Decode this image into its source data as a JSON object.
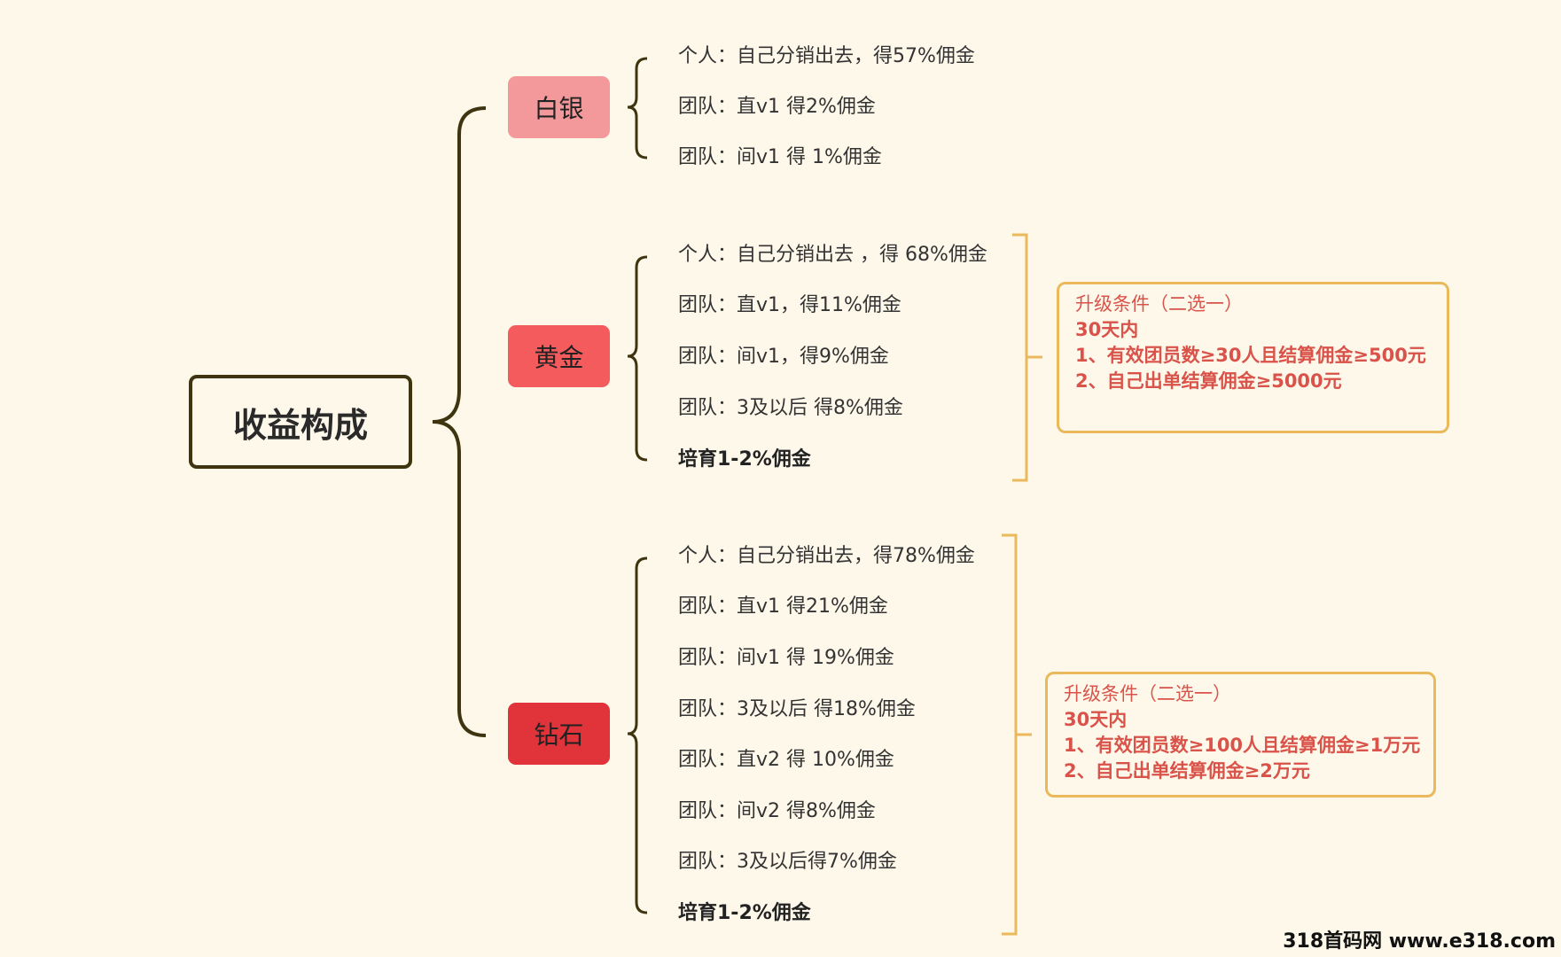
{
  "root": {
    "label": "收益构成"
  },
  "tiers": [
    {
      "label": "白银",
      "color": "#f4999b",
      "items": [
        "个人：自己分销出去，得57%佣金",
        "团队：直v1 得2%佣金",
        "团队：间v1 得 1%佣金"
      ]
    },
    {
      "label": "黄金",
      "color": "#f35b5c",
      "items": [
        "个人：自己分销出去 ，得 68%佣金",
        "团队：直v1，得11%佣金",
        "团队：间v1，得9%佣金",
        "团队：3及以后 得8%佣金",
        "培育1-2%佣金"
      ]
    },
    {
      "label": "钻石",
      "color": "#e0333a",
      "items": [
        "个人：自己分销出去，得78%佣金",
        "团队：直v1  得21%佣金",
        "团队：间v1 得 19%佣金",
        "团队：3及以后 得18%佣金",
        "团队：直v2 得 10%佣金",
        "团队：间v2 得8%佣金",
        "团队：3及以后得7%佣金",
        "培育1-2%佣金"
      ]
    }
  ],
  "conditions": [
    {
      "title": "升级条件（二选一）",
      "period": "30天内",
      "items": [
        "1、有效团员数≥30人且结算佣金≥500元",
        "2、自己出单结算佣金≥5000元"
      ]
    },
    {
      "title": "升级条件（二选一）",
      "period": "30天内",
      "items": [
        "1、有效团员数≥100人且结算佣金≥1万元",
        "2、自己出单结算佣金≥2万元"
      ]
    }
  ],
  "watermark": "318首码网 www.e318.com",
  "colors": {
    "line": "#3e3510",
    "bracket": "#e9b95b",
    "condText": "#d9534a"
  }
}
